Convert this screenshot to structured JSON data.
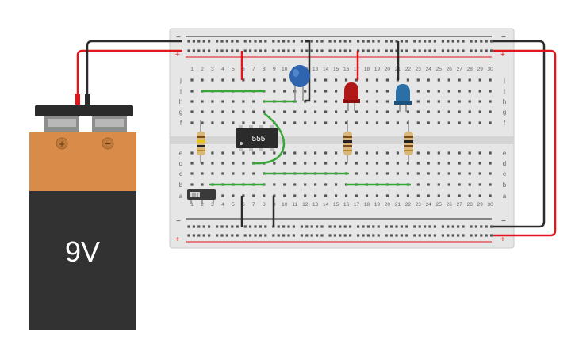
{
  "battery": {
    "label": "9V",
    "positive_symbol": "+",
    "negative_symbol": "−"
  },
  "breadboard": {
    "rail_plus": "+",
    "rail_minus": "−",
    "row_letters_top": [
      "j",
      "i",
      "h",
      "g",
      "f"
    ],
    "row_letters_bottom": [
      "e",
      "d",
      "c",
      "b",
      "a"
    ],
    "columns": 30
  },
  "ic": {
    "label": "555"
  },
  "colors": {
    "wire_red": "#e0161b",
    "wire_black": "#2b2b2b",
    "wire_green": "#3aa53a",
    "led_red": "#b01818",
    "led_blue": "#2a6fa5",
    "capacitor": "#2f65ae",
    "battery_top": "#d98c49",
    "battery_body": "#323232"
  }
}
